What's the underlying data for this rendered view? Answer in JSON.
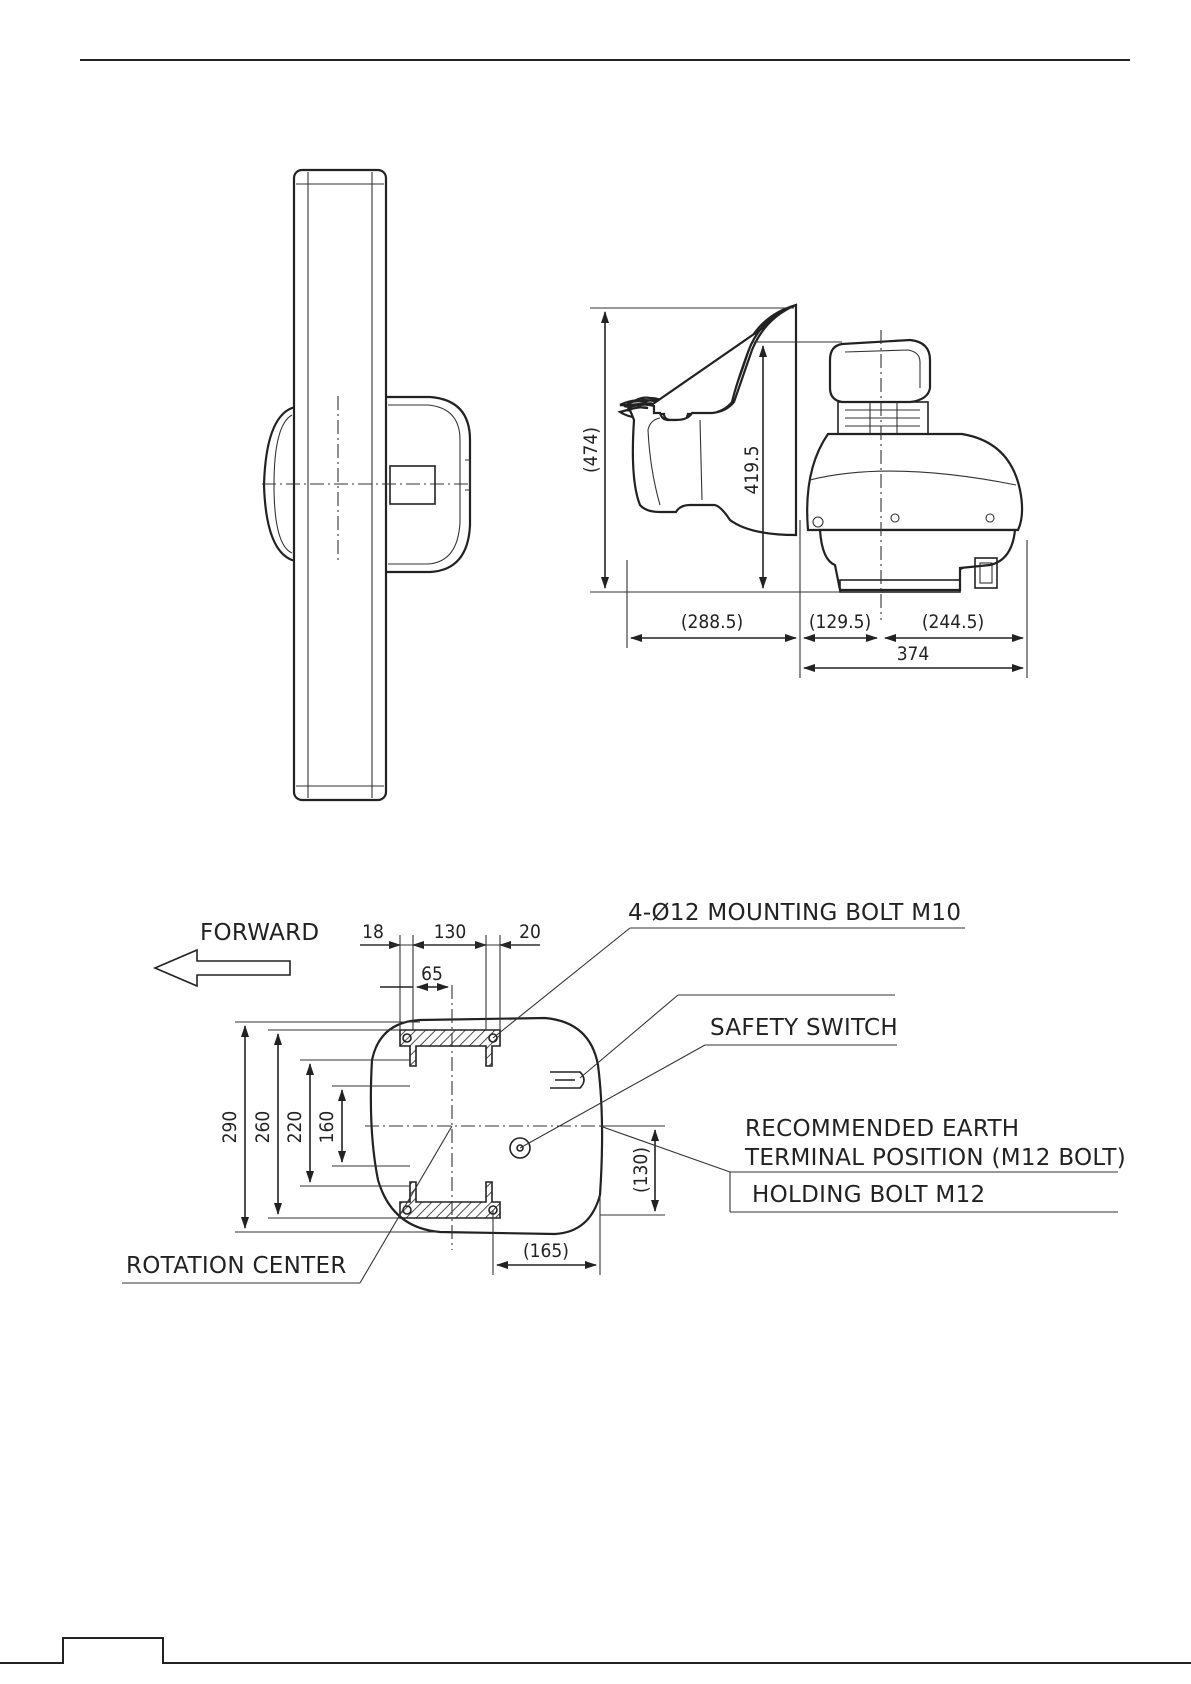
{
  "side_view": {
    "dim_474": "(474)",
    "dim_419_5": "419.5",
    "dim_288_5": "(288.5)",
    "dim_129_5": "(129.5)",
    "dim_244_5": "(244.5)",
    "dim_374": "374"
  },
  "bottom_view": {
    "forward_label": "FORWARD",
    "dim_18": "18",
    "dim_130_top": "130",
    "dim_20": "20",
    "dim_65": "65",
    "dim_290": "290",
    "dim_260": "260",
    "dim_220": "220",
    "dim_160": "160",
    "dim_130_right": "(130)",
    "dim_165": "(165)",
    "mounting_bolt_label": "4-Ø12 MOUNTING BOLT M10",
    "safety_switch_label": "SAFETY SWITCH",
    "earth_label_line1": "RECOMMENDED EARTH",
    "earth_label_line2": "TERMINAL POSITION (M12 BOLT)",
    "holding_bolt_label": "HOLDING BOLT M12",
    "rotation_center_label": "ROTATION CENTER"
  }
}
